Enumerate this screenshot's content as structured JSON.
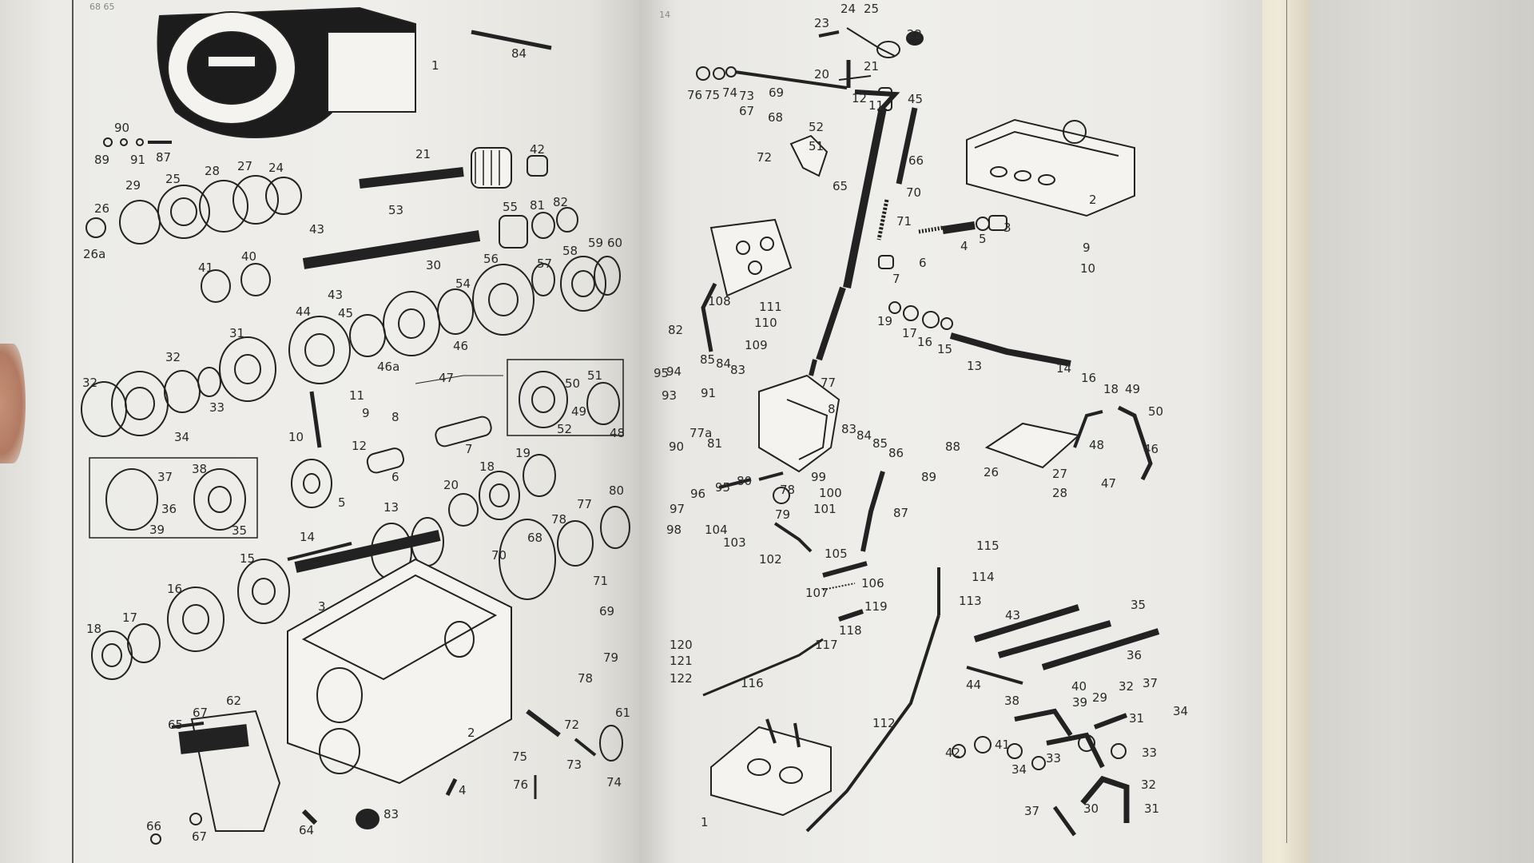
{
  "page": {
    "left_page_number_fragment": "68  65",
    "right_page_number": "14"
  },
  "left_page": {
    "labels": [
      "1",
      "84",
      "90",
      "89",
      "91",
      "87",
      "21",
      "42",
      "26",
      "29",
      "25",
      "28",
      "27",
      "24",
      "26a",
      "43",
      "53",
      "55",
      "81",
      "82",
      "41",
      "40",
      "30",
      "56",
      "57",
      "58",
      "59",
      "60",
      "43",
      "44",
      "45",
      "54",
      "46",
      "46a",
      "47",
      "32",
      "31",
      "32",
      "33",
      "34",
      "11",
      "9",
      "8",
      "7",
      "10",
      "12",
      "6",
      "51",
      "50",
      "49",
      "48",
      "52",
      "37",
      "38",
      "36",
      "39",
      "35",
      "5",
      "20",
      "18",
      "19",
      "13",
      "14",
      "77",
      "80",
      "78",
      "68",
      "70",
      "71",
      "15",
      "3",
      "16",
      "17",
      "18",
      "69",
      "79",
      "78",
      "2",
      "62",
      "67",
      "65",
      "61",
      "72",
      "73",
      "75",
      "76",
      "74",
      "66",
      "67",
      "64",
      "4",
      "83"
    ]
  },
  "right_page": {
    "labels": [
      "23",
      "24",
      "25",
      "22",
      "20",
      "21",
      "12",
      "11",
      "45",
      "76",
      "75",
      "74",
      "73",
      "69",
      "67",
      "68",
      "52",
      "51",
      "72",
      "65",
      "66",
      "70",
      "2",
      "71",
      "9",
      "10",
      "3",
      "5",
      "4",
      "6",
      "7",
      "108",
      "111",
      "110",
      "109",
      "82",
      "19",
      "17",
      "16",
      "15",
      "13",
      "14",
      "16",
      "18",
      "49",
      "50",
      "95",
      "94",
      "93",
      "85",
      "84",
      "83",
      "91",
      "77",
      "8",
      "81",
      "77a",
      "90",
      "83",
      "84",
      "85",
      "86",
      "88",
      "99",
      "89",
      "48",
      "46",
      "97",
      "98",
      "96",
      "95",
      "80",
      "78",
      "79",
      "100",
      "101",
      "26",
      "27",
      "28",
      "47",
      "104",
      "103",
      "102",
      "87",
      "115",
      "114",
      "113",
      "105",
      "106",
      "107",
      "119",
      "118",
      "117",
      "43",
      "35",
      "36",
      "120",
      "121",
      "122",
      "116",
      "112",
      "44",
      "40",
      "39",
      "32",
      "37",
      "38",
      "29",
      "31",
      "34",
      "42",
      "41",
      "33",
      "33",
      "34",
      "1",
      "32",
      "37",
      "30",
      "31"
    ]
  }
}
